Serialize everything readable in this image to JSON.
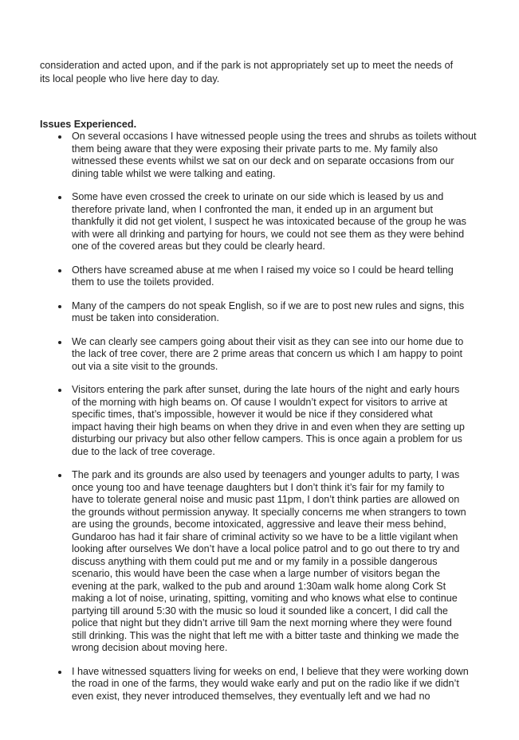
{
  "intro": [
    "consideration and acted upon, and if the park is not appropriately set up to meet the needs of",
    "its local people who live here day to day."
  ],
  "heading": "Issues Experienced.",
  "bullets": [
    [
      "On several occasions I have witnessed people using the trees and shrubs as toilets without",
      "them being aware that they were exposing their private parts to me. My family also",
      "witnessed these events whilst we sat on our deck and on separate occasions from our",
      "dining table whilst we were talking and eating."
    ],
    [
      "Some have even crossed the creek to urinate on our side which is leased by us and",
      "therefore private land, when I confronted the man, it ended up in an argument but",
      "thankfully it did not get violent, I suspect he was intoxicated because of the group he was",
      "with were all drinking and partying for hours, we could not see them as they were behind",
      "one of the covered areas but they could be clearly heard."
    ],
    [
      "Others have screamed abuse at me when I raised my voice so I could be heard telling",
      "them to use the toilets provided."
    ],
    [
      "Many of the campers do not speak English, so if we are to post new rules and signs, this",
      "must be taken into consideration."
    ],
    [
      "We can clearly see campers going about their visit as they can see into our home due to",
      "the lack of tree cover, there are 2 prime areas that concern us which I am happy to point",
      "out via a site visit to the grounds."
    ],
    [
      "Visitors entering the park after sunset, during the late hours of the night and early hours",
      "of the morning with high beams on. Of cause I wouldn’t expect for visitors to arrive at",
      "specific times, that’s impossible, however it would be nice if they considered what",
      "impact having their high beams on when they drive in and even when they are setting up",
      "disturbing our privacy but also other fellow campers. This is once again a problem for us",
      "due to the lack of tree coverage."
    ],
    [
      "The park and its grounds are also used by teenagers and younger adults to party, I was",
      "once young too and have teenage daughters but I don’t think it’s fair for my family to",
      "have to tolerate general noise and music past 11pm, I don’t think parties are allowed on",
      "the grounds without permission anyway. It specially concerns me when strangers to town",
      "are using the grounds, become intoxicated, aggressive and leave their mess behind,",
      "Gundaroo has had it fair share of criminal activity so we have to be a little vigilant when",
      "looking after ourselves  We don’t have a local police patrol and to go out there to try and",
      "discuss anything with them could put me and or my family in a possible dangerous",
      "scenario, this would have been the case when a large number of visitors began the",
      "evening at the park, walked to the pub and around 1:30am walk home along Cork St",
      "making a lot of noise, urinating, spitting, vomiting and who knows what else to continue",
      "partying till around 5:30 with the music so loud it sounded like a concert, I did call the",
      "police that night but they didn’t arrive till 9am the next morning where they were found",
      "still drinking. This was the night that left me with a bitter taste and thinking we made the",
      "wrong decision about moving here."
    ],
    [
      "I have witnessed squatters living for weeks on end, I believe that they were working down",
      "the road in one of the farms, they would wake early and put on the radio like if we didn’t",
      "even exist, they never introduced themselves, they eventually left and we had no"
    ]
  ]
}
